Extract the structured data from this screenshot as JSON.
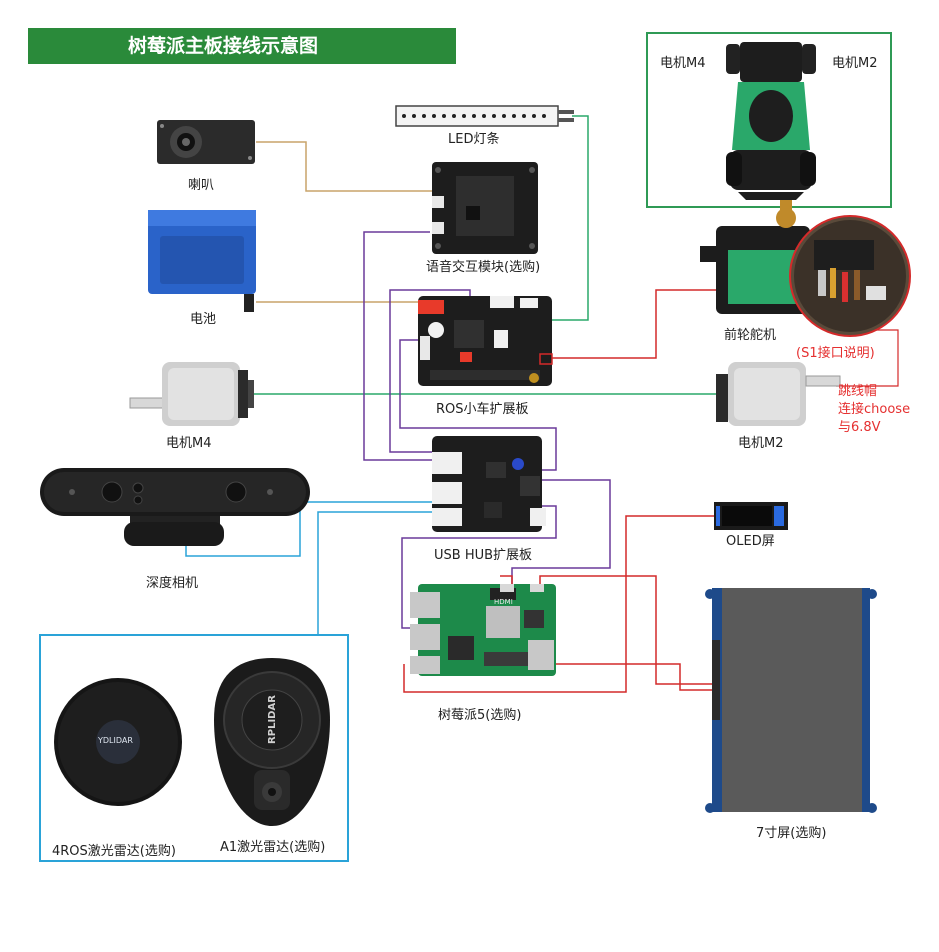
{
  "title": "树莓派主板接线示意图",
  "labels": {
    "led_strip": "LED灯条",
    "speaker": "喇叭",
    "voice_module": "语音交互模块(选购)",
    "battery": "电池",
    "ros_board": "ROS小车扩展板",
    "motor_m4_left": "电机M4",
    "motor_m2_right": "电机M2",
    "depth_camera": "深度相机",
    "usb_hub": "USB HUB扩展板",
    "raspberry_pi": "树莓派5(选购)",
    "lidar_4ros": "4ROS激光雷达(选购)",
    "lidar_a1": "A1激光雷达(选购)",
    "servo": "前轮舵机",
    "s1_note": "(S1接口说明)",
    "jumper_line1": "跳线帽",
    "jumper_line2": "连接choose",
    "jumper_line3": "与6.8V",
    "oled": "OLED屏",
    "screen7": "7寸屏(选购)",
    "car_m4": "电机M4",
    "car_m2": "电机M2",
    "ydlidar_logo": "YDLIDAR",
    "rplidar_logo": "RPLIDAR",
    "rpi_logo": "HDMI"
  },
  "colors": {
    "title_bg": "#2a8a3a",
    "wire_tan": "#c9a46a",
    "wire_green": "#2aa86a",
    "wire_purple": "#6a3a9a",
    "wire_red": "#d42a2a",
    "wire_blue": "#2aa3d8",
    "box_green": "#2f9a55",
    "box_blue": "#2aa3d8",
    "note_red": "#e53030"
  }
}
